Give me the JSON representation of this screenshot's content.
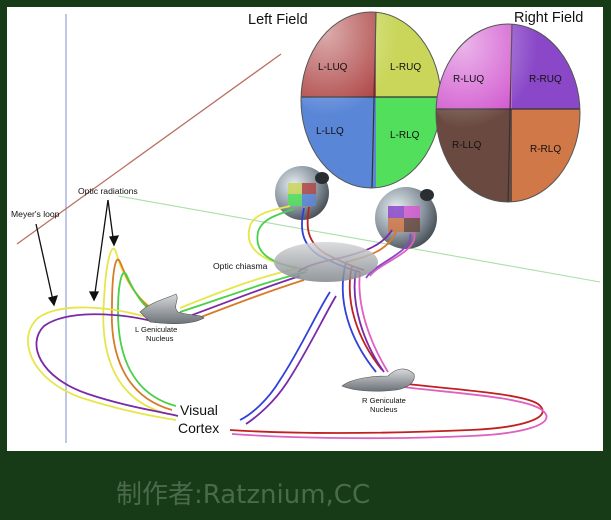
{
  "fields": {
    "left_title": "Left Field",
    "right_title": "Right Field"
  },
  "left_quadrants": {
    "luq": "L-LUQ",
    "ruq": "L-RUQ",
    "llq": "L-LLQ",
    "rlq": "L-RLQ"
  },
  "right_quadrants": {
    "luq": "R-LUQ",
    "ruq": "R-RUQ",
    "llq": "R-LLQ",
    "rlq": "R-RLQ"
  },
  "labels": {
    "optic_radiations": "Optic radiations",
    "meyers_loop": "Meyer's loop",
    "optic_chiasma": "Optic chiasma",
    "l_geniculate_line1": "L Geniculate",
    "l_geniculate_line2": "Nucleus",
    "r_geniculate_line1": "R Geniculate",
    "r_geniculate_line2": "Nucleus",
    "visual": "Visual",
    "cortex": "Cortex"
  },
  "credit": "制作者:Ratznium,CC",
  "colors": {
    "frame_green": "#173a17",
    "panel": "#ffffff",
    "q_luq_left": "#b04848",
    "q_ruq_left": "#c9d65a",
    "q_llq_left": "#5a86d8",
    "q_rlq_left": "#52e05c",
    "q_luq_right": "#d25ad0",
    "q_ruq_right": "#8a48c8",
    "q_llq_right": "#6a4a40",
    "q_rlq_right": "#d07848",
    "path_yellow": "#e6e64a",
    "path_orange": "#d87a28",
    "path_green": "#4ad04a",
    "path_blue": "#3040d8",
    "path_purple": "#7a2aa8",
    "path_red": "#c02020",
    "path_pink": "#e060c0"
  }
}
